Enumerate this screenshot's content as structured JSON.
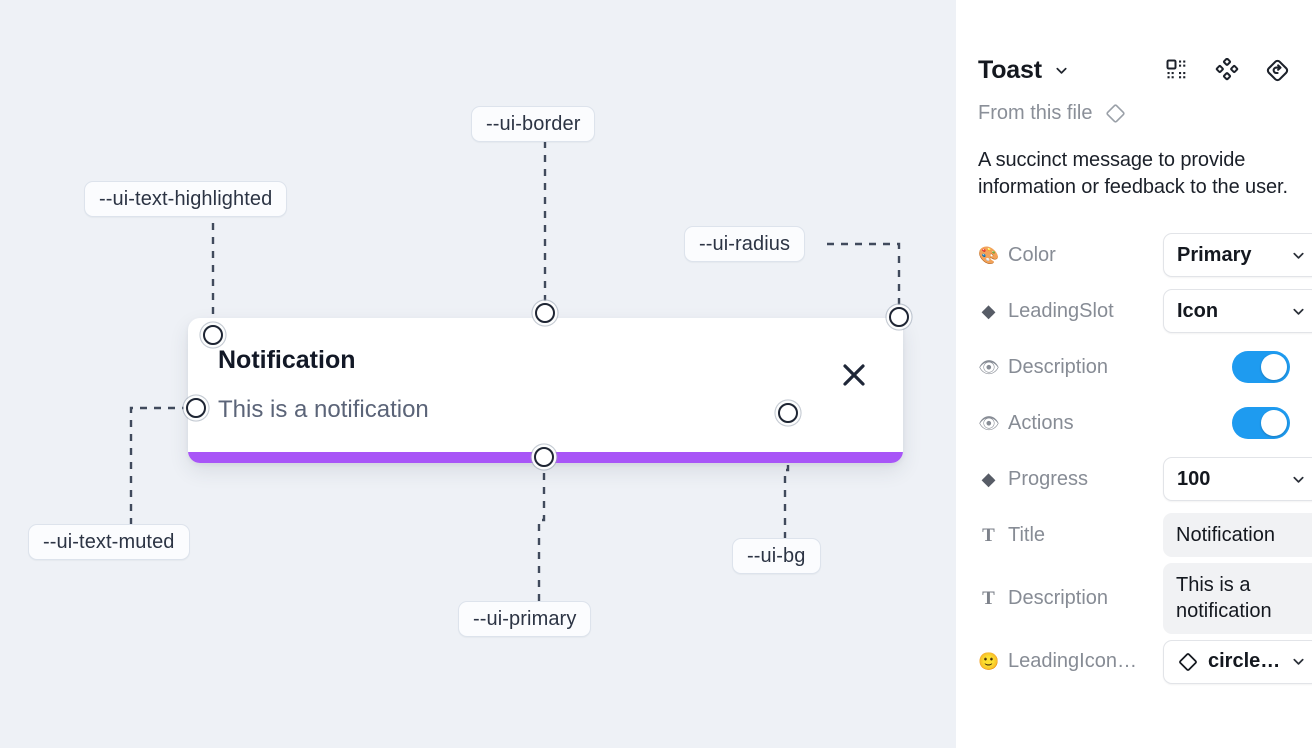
{
  "canvas": {
    "background_color": "#eef1f6",
    "tokens": [
      {
        "name": "ui-text-highlighted",
        "label": "--ui-text-highlighted"
      },
      {
        "name": "ui-border",
        "label": "--ui-border"
      },
      {
        "name": "ui-radius",
        "label": "--ui-radius"
      },
      {
        "name": "ui-text-muted",
        "label": "--ui-text-muted"
      },
      {
        "name": "ui-primary",
        "label": "--ui-primary"
      },
      {
        "name": "ui-bg",
        "label": "--ui-bg"
      }
    ],
    "toast": {
      "title": "Notification",
      "description": "This is a notification",
      "close_label": "×",
      "progress_color": "#a855f7",
      "background_color": "#ffffff"
    }
  },
  "sidebar": {
    "title": "Toast",
    "header_icons": [
      "component-icon",
      "variants-icon",
      "reset-icon"
    ],
    "from_file_label": "From this file",
    "description": "A succinct message to provide information or feedback to the user.",
    "accent_color": "#1e9bf0",
    "properties": [
      {
        "name": "color",
        "icon": "palette-emoji",
        "label": "Color",
        "control": "select",
        "value": "Primary"
      },
      {
        "name": "leading-slot",
        "icon": "diamond-icon",
        "label": "LeadingSlot",
        "control": "select",
        "value": "Icon"
      },
      {
        "name": "description",
        "icon": "eye-emoji",
        "label": "Description",
        "control": "toggle",
        "value": "on"
      },
      {
        "name": "actions",
        "icon": "eye-emoji",
        "label": "Actions",
        "control": "toggle",
        "value": "on"
      },
      {
        "name": "progress",
        "icon": "diamond-icon",
        "label": "Progress",
        "control": "select",
        "value": "100"
      },
      {
        "name": "title",
        "icon": "text-icon",
        "label": "Title",
        "control": "text",
        "value": "Notification"
      },
      {
        "name": "description-text",
        "icon": "text-icon",
        "label": "Description",
        "control": "text",
        "value": "This is a notification"
      },
      {
        "name": "leading-icon",
        "icon": "smiley-emoji",
        "label": "LeadingIcon…",
        "control": "icon-select",
        "value": "circle…"
      }
    ]
  }
}
